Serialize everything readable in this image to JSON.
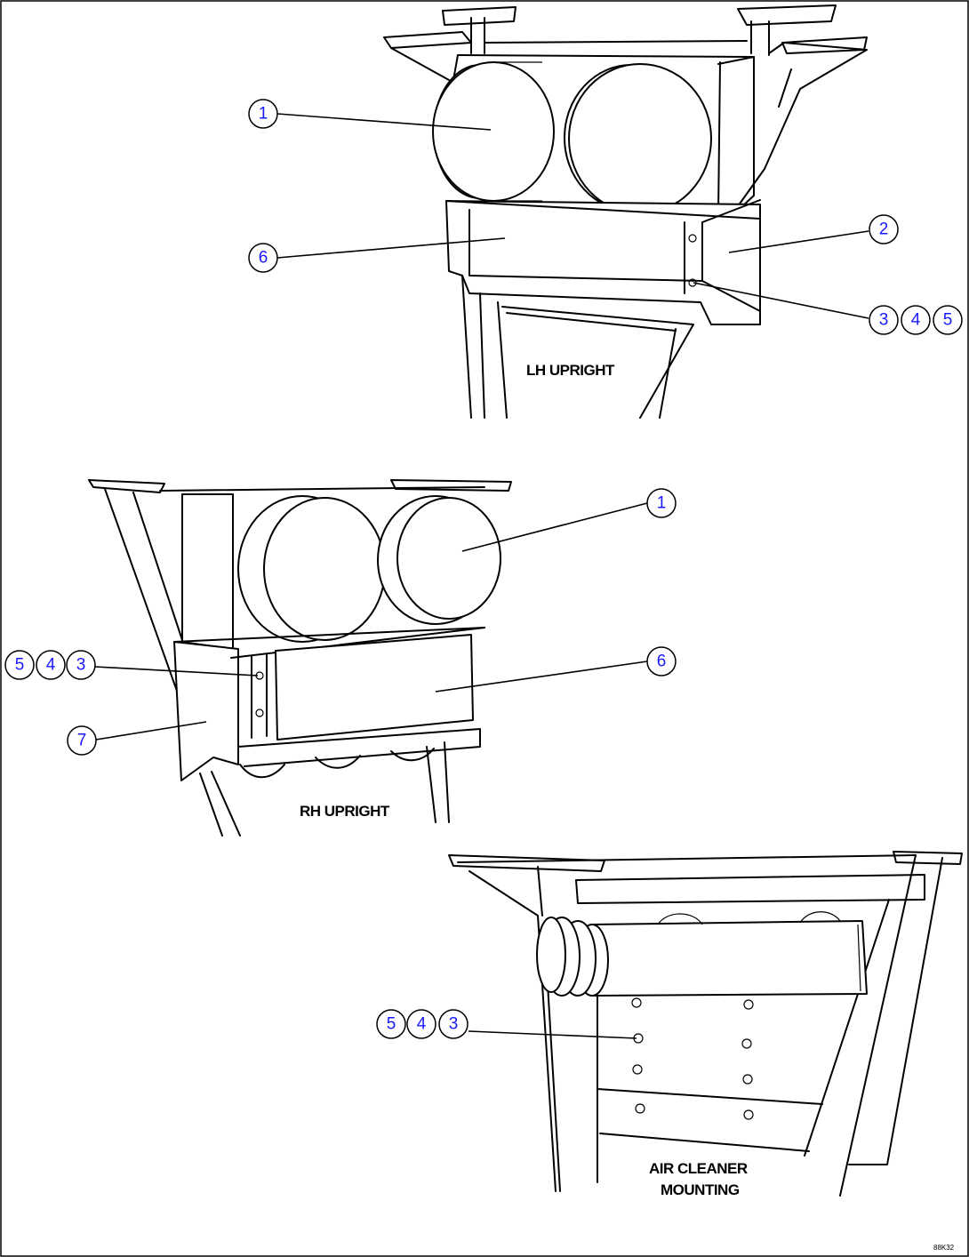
{
  "views": {
    "lh": {
      "caption": "LH UPRIGHT",
      "balloons": [
        {
          "id": "b1",
          "label": "1"
        },
        {
          "id": "b6",
          "label": "6"
        },
        {
          "id": "b2",
          "label": "2"
        },
        {
          "id": "b3",
          "label": "3"
        },
        {
          "id": "b4",
          "label": "4"
        },
        {
          "id": "b5",
          "label": "5"
        }
      ]
    },
    "rh": {
      "caption": "RH UPRIGHT",
      "balloons": [
        {
          "id": "b1",
          "label": "1"
        },
        {
          "id": "b5",
          "label": "5"
        },
        {
          "id": "b4",
          "label": "4"
        },
        {
          "id": "b3",
          "label": "3"
        },
        {
          "id": "b6",
          "label": "6"
        },
        {
          "id": "b7",
          "label": "7"
        }
      ]
    },
    "air": {
      "caption_line1": "AIR CLEANER",
      "caption_line2": "MOUNTING",
      "balloons": [
        {
          "id": "b5",
          "label": "5"
        },
        {
          "id": "b4",
          "label": "4"
        },
        {
          "id": "b3",
          "label": "3"
        }
      ]
    }
  },
  "drawing_code": "88K32"
}
